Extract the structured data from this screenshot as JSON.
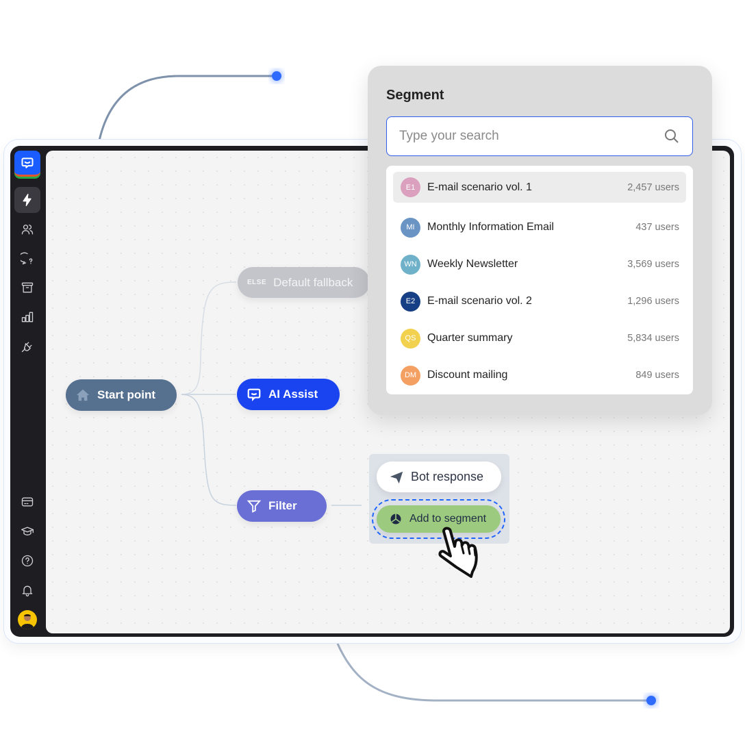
{
  "colors": {
    "accent": "#1a5cff",
    "start": "#56708f",
    "ai": "#1a44f0",
    "filter": "#6a6fd6",
    "fallback": "#c4c5cb",
    "segment": "#9ccb7f",
    "dot": "#2f6bff"
  },
  "sidebar": {
    "top_items": [
      {
        "icon": "bolt-icon",
        "active": true
      },
      {
        "icon": "users-icon"
      },
      {
        "icon": "chat-question-icon"
      },
      {
        "icon": "archive-icon"
      },
      {
        "icon": "bar-chart-icon"
      },
      {
        "icon": "plug-icon"
      }
    ],
    "bottom_items": [
      {
        "icon": "billing-card-icon"
      },
      {
        "icon": "graduation-cap-icon"
      },
      {
        "icon": "help-icon"
      },
      {
        "icon": "bell-icon"
      }
    ]
  },
  "flow": {
    "start": "Start point",
    "fallback_tag": "ELSE",
    "fallback": "Default fallback",
    "ai": "AI Assist",
    "filter": "Filter",
    "bot_response": "Bot response",
    "add_segment": "Add to segment"
  },
  "segment_panel": {
    "title": "Segment",
    "search_placeholder": "Type your search",
    "items": [
      {
        "initials": "E1",
        "name": "E-mail scenario vol. 1",
        "count": "2,457 users",
        "color": "#dba0bd",
        "selected": true
      },
      {
        "initials": "MI",
        "name": "Monthly Information Email",
        "count": "437 users",
        "color": "#6a94c4"
      },
      {
        "initials": "WN",
        "name": "Weekly Newsletter",
        "count": "3,569 users",
        "color": "#6eb1c8"
      },
      {
        "initials": "E2",
        "name": "E-mail scenario vol. 2",
        "count": "1,296 users",
        "color": "#163f86"
      },
      {
        "initials": "QS",
        "name": "Quarter summary",
        "count": "5,834 users",
        "color": "#f2d14e"
      },
      {
        "initials": "DM",
        "name": "Discount mailing",
        "count": "849 users",
        "color": "#f4a062"
      }
    ]
  }
}
